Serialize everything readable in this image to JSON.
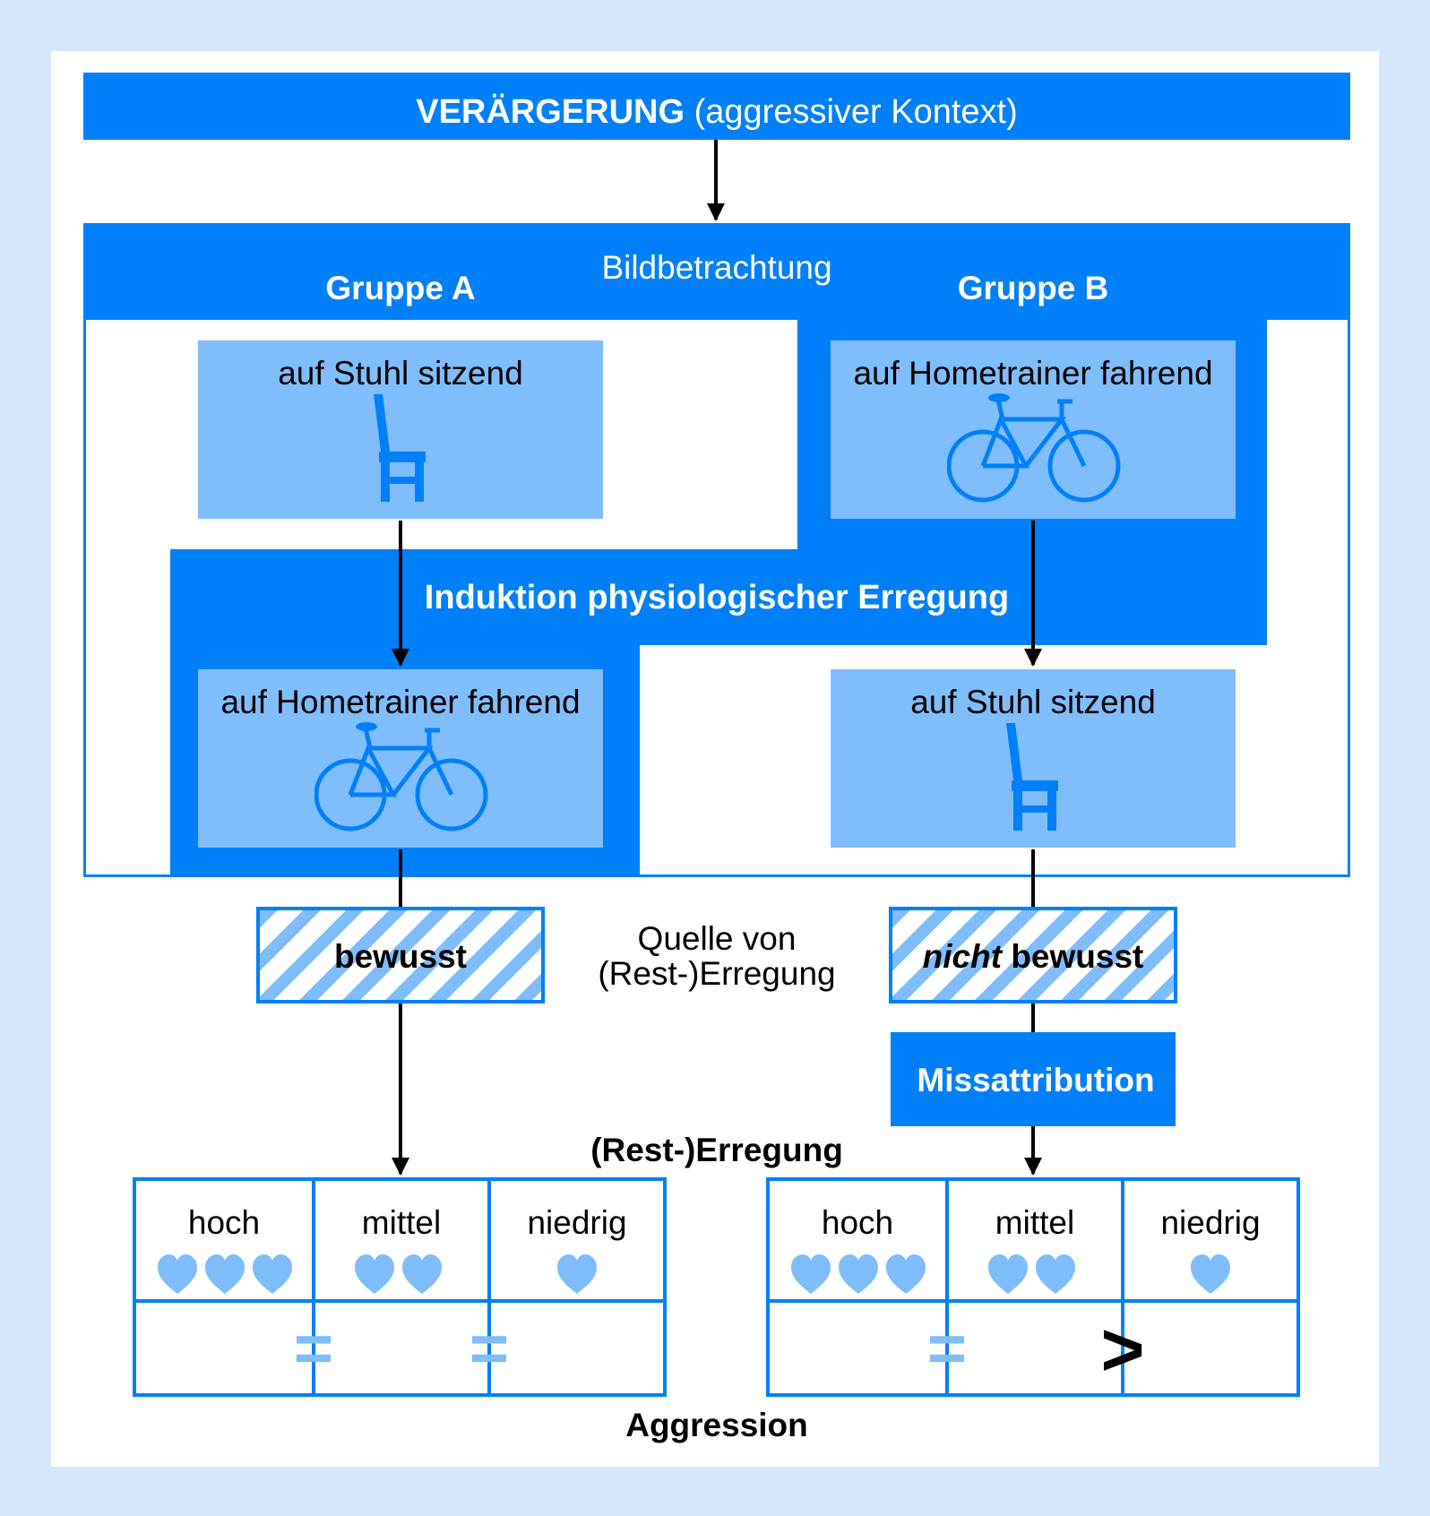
{
  "header": {
    "title_bold": "VERÄRGERUNG",
    "title_rest": "(aggressiver Kontext)"
  },
  "phase1": {
    "label": "Bildbetrachtung"
  },
  "groups": {
    "a": "Gruppe A",
    "b": "Gruppe B"
  },
  "phase2": {
    "label": "Induktion physiologischer Erregung"
  },
  "activities": {
    "sitting": "auf Stuhl sitzend",
    "cycling": "auf Hometrainer fahrend"
  },
  "source": {
    "label_line1": "Quelle von",
    "label_line2": "(Rest-)Erregung",
    "conscious": "bewusst",
    "not_word": "nicht",
    "aware_word": "bewusst"
  },
  "missattribution": "Missattribution",
  "arousal_label": "(Rest-)Erregung",
  "levels": {
    "high": "hoch",
    "medium": "mittel",
    "low": "niedrig"
  },
  "hearts": {
    "high": 3,
    "medium": 2,
    "low": 1
  },
  "comparison_a": [
    "=",
    "="
  ],
  "comparison_b": [
    "=",
    ">"
  ],
  "aggression_label": "Aggression",
  "colors": {
    "dark_blue": "#0080f8",
    "light_blue": "#80bdfc",
    "background": "#d7e8fd"
  }
}
